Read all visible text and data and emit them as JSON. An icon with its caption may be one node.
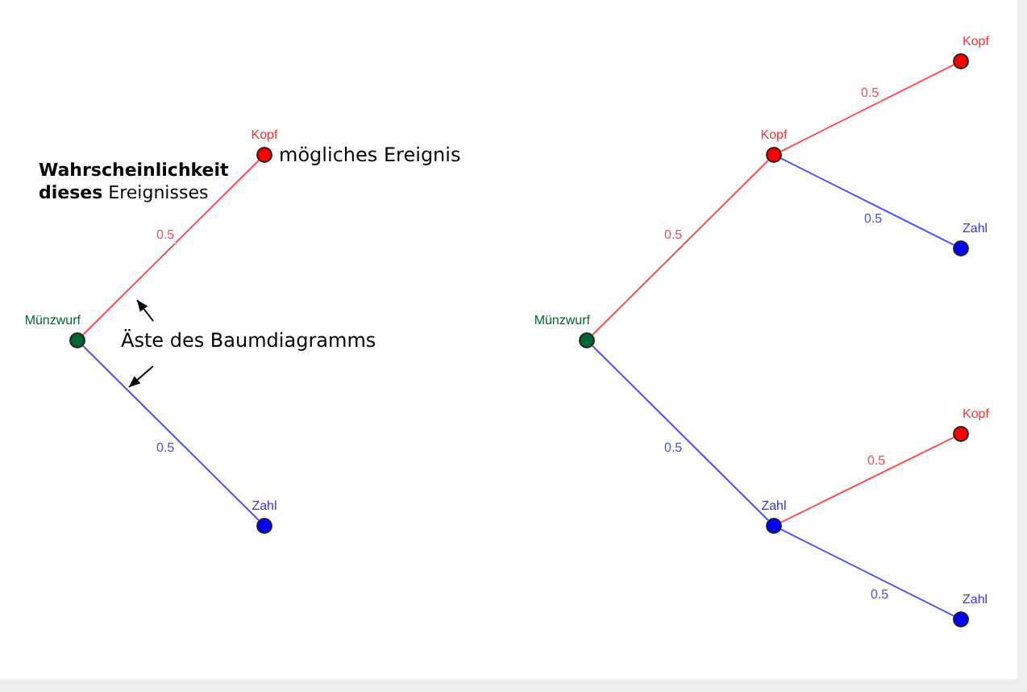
{
  "diagram": {
    "nodes": [
      {
        "text": [
          "Münzwurf"
        ]
      },
      {
        "text": [
          "Kopf"
        ],
        "beside": [
          "mögliches Ereignis"
        ]
      },
      {
        "text": [
          "Zahl"
        ]
      },
      {
        "text": [
          "Äste des Baumdiagramms"
        ]
      },
      {
        "text": [
          "Münzwurf"
        ]
      },
      {
        "text": [
          "Kopf"
        ]
      },
      {
        "text": [
          "Zahl"
        ]
      },
      {
        "text": [
          "Kopf"
        ]
      },
      {
        "text": [
          "Zahl"
        ]
      },
      {
        "text": [
          "Kopf"
        ]
      },
      {
        "text": [
          "Zahl"
        ]
      }
    ],
    "edges": [
      {
        "from": 0,
        "to": 1,
        "arrow": "none",
        "label": "0.5",
        "color": "#ff4d4d"
      },
      {
        "from": 0,
        "to": 2,
        "arrow": "none",
        "label": "0.5",
        "color": "#4d4dff"
      },
      {
        "from": 3,
        "to": null,
        "arrow": "to",
        "color": "#000000"
      },
      {
        "from": 3,
        "to": null,
        "arrow": "to",
        "color": "#000000"
      },
      {
        "from": 4,
        "to": 5,
        "arrow": "none",
        "label": "0.5",
        "color": "#ff4d4d"
      },
      {
        "from": 4,
        "to": 6,
        "arrow": "none",
        "label": "0.5",
        "color": "#4d4dff"
      },
      {
        "from": 5,
        "to": 7,
        "arrow": "none",
        "label": "0.5",
        "color": "#ff4d4d"
      },
      {
        "from": 5,
        "to": 8,
        "arrow": "none",
        "label": "0.5",
        "color": "#4d4dff"
      },
      {
        "from": 6,
        "to": 9,
        "arrow": "none",
        "label": "0.5",
        "color": "#ff4d4d"
      },
      {
        "from": 6,
        "to": 10,
        "arrow": "none",
        "label": "0.5",
        "color": "#4d4dff"
      }
    ],
    "labels": [
      "**Wahrscheinlichkeit dieses** Ereignisses"
    ]
  }
}
